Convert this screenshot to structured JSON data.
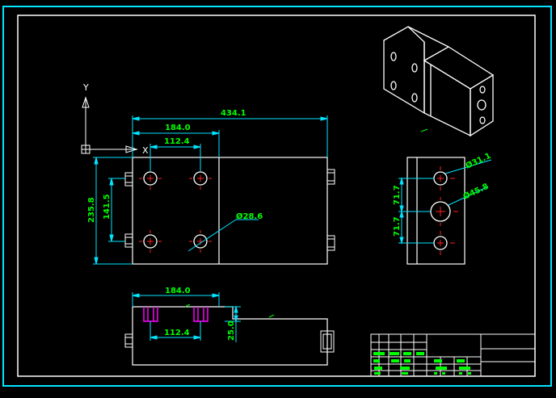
{
  "colors": {
    "background": "#000000",
    "outer_frame": "#00e5ff",
    "inner_frame": "#ffffff",
    "dimension": "#00e5ff",
    "dimension_text": "#00ff00",
    "centerline": "#ff2020",
    "hidden_pocket": "#ff00ff",
    "geometry": "#ffffff",
    "axis_icon": "#ffffff"
  },
  "ucs": {
    "x_label": "X",
    "y_label": "Y"
  },
  "front_view": {
    "overall_width": "434.1",
    "hole_offset": "184.0",
    "hole_spacing": "112.4",
    "overall_height": "235.8",
    "hole_vertical_spacing": "141.5",
    "hole_diameter": "Ø28.6"
  },
  "side_view": {
    "top_hole": "Ø31.1",
    "center_hole": "Ø45.8",
    "upper_spacing": "71.7",
    "lower_spacing": "71.7"
  },
  "bottom_view": {
    "hole_offset": "184.0",
    "hole_spacing": "112.4",
    "pocket_depth": "25.0"
  },
  "icons": {
    "ucs": "ucs-axis-icon",
    "isometric": "isometric-block-icon"
  }
}
